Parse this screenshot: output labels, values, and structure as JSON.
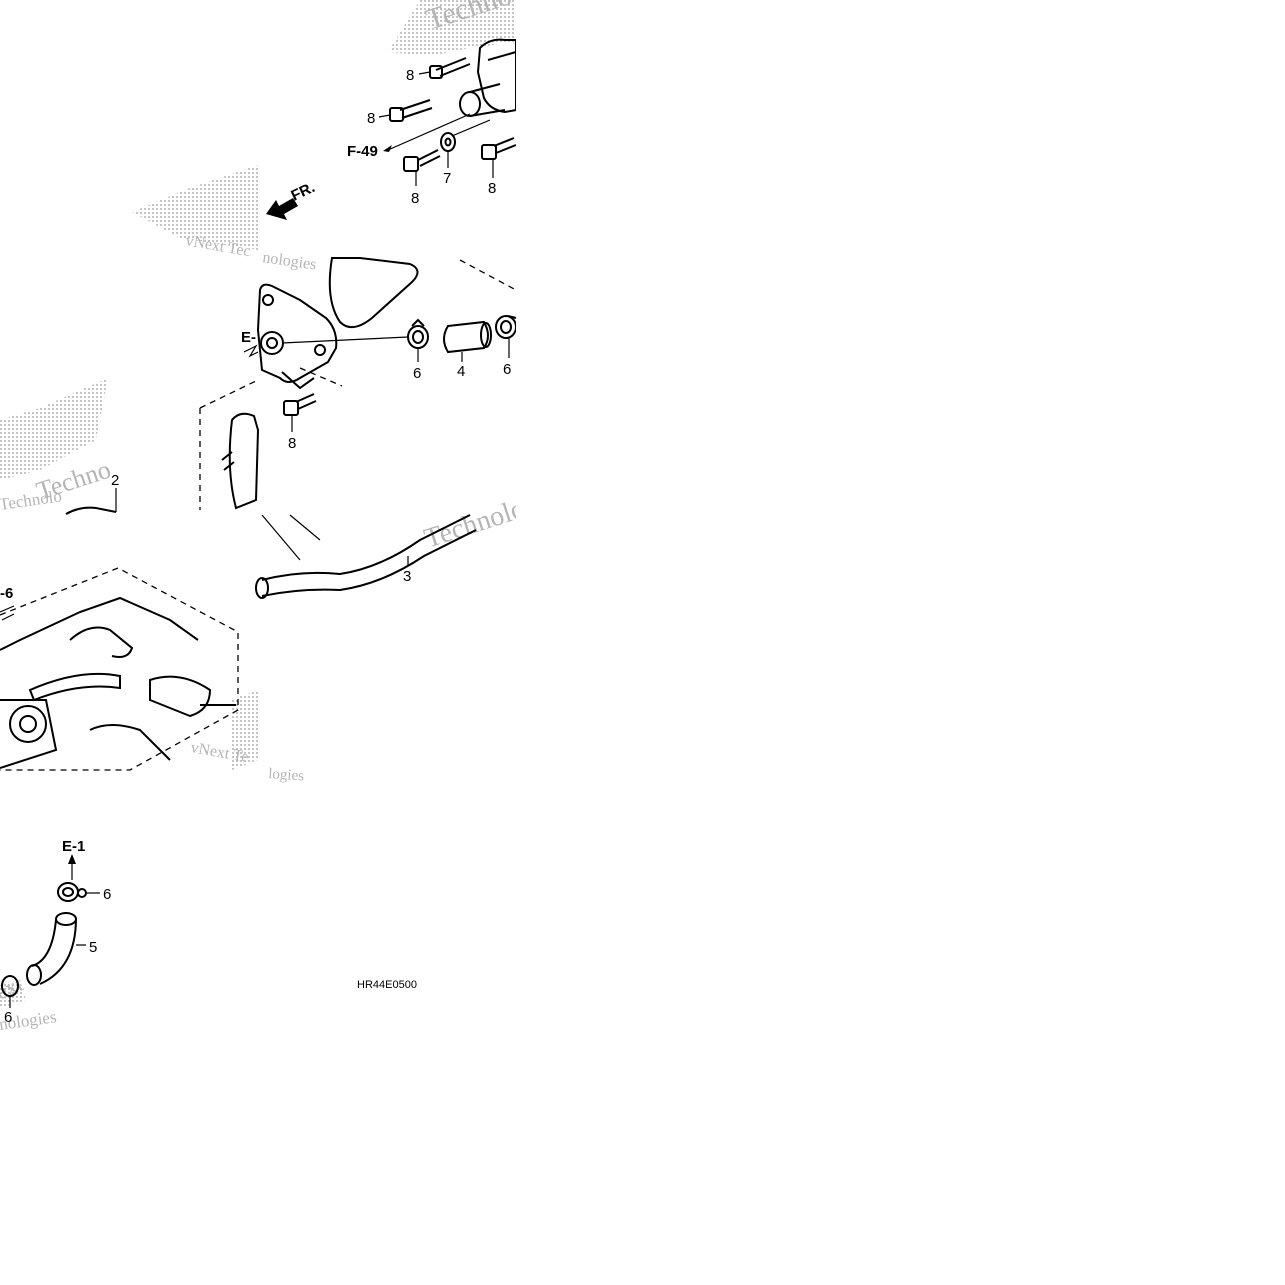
{
  "diagram": {
    "drawing_code": "HR44E0500",
    "direction_label": "FR.",
    "references": [
      "F-49",
      "E-1",
      "E-",
      "-6"
    ],
    "watermarks": [
      "Techno",
      "vNext Tec",
      "nologies",
      "Technologies",
      "Technolo",
      "vNext Te",
      "logies",
      "Techno",
      "nologies",
      "ext"
    ],
    "callouts": [
      "8",
      "8",
      "7",
      "8",
      "8",
      "6",
      "4",
      "6",
      "8",
      "2",
      "3",
      "6",
      "5",
      "6"
    ]
  }
}
